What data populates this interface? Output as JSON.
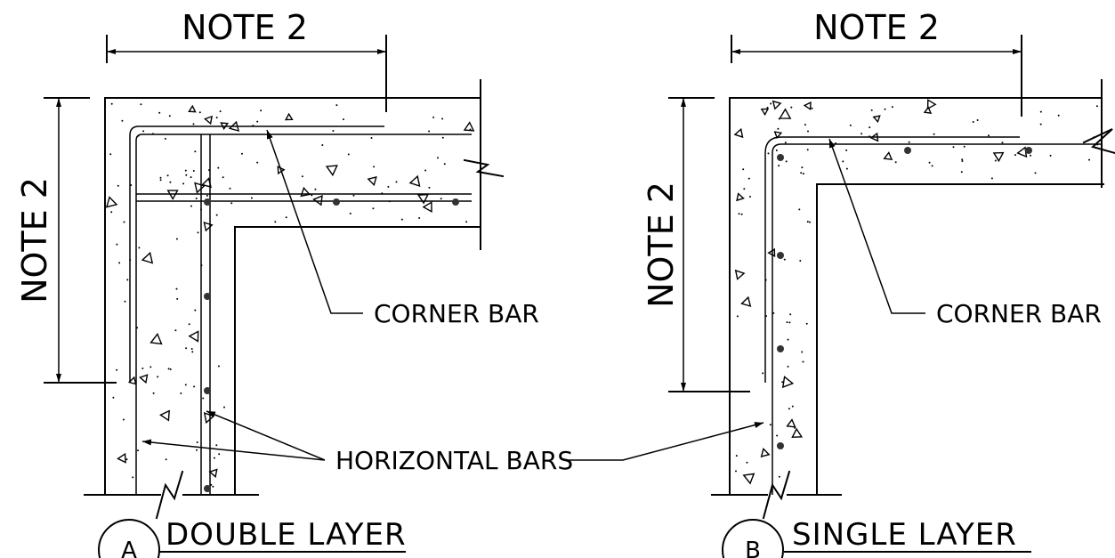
{
  "detail_a": {
    "dim_horizontal": "NOTE 2",
    "dim_vertical": "NOTE 2",
    "corner_bar_label": "CORNER BAR",
    "circle_letter": "A",
    "title": "DOUBLE LAYER"
  },
  "detail_b": {
    "dim_horizontal": "NOTE 2",
    "dim_vertical": "NOTE 2",
    "corner_bar_label": "CORNER BAR",
    "circle_letter": "B",
    "title": "SINGLE LAYER"
  },
  "shared": {
    "horizontal_bars_label": "HORIZONTAL BARS"
  }
}
